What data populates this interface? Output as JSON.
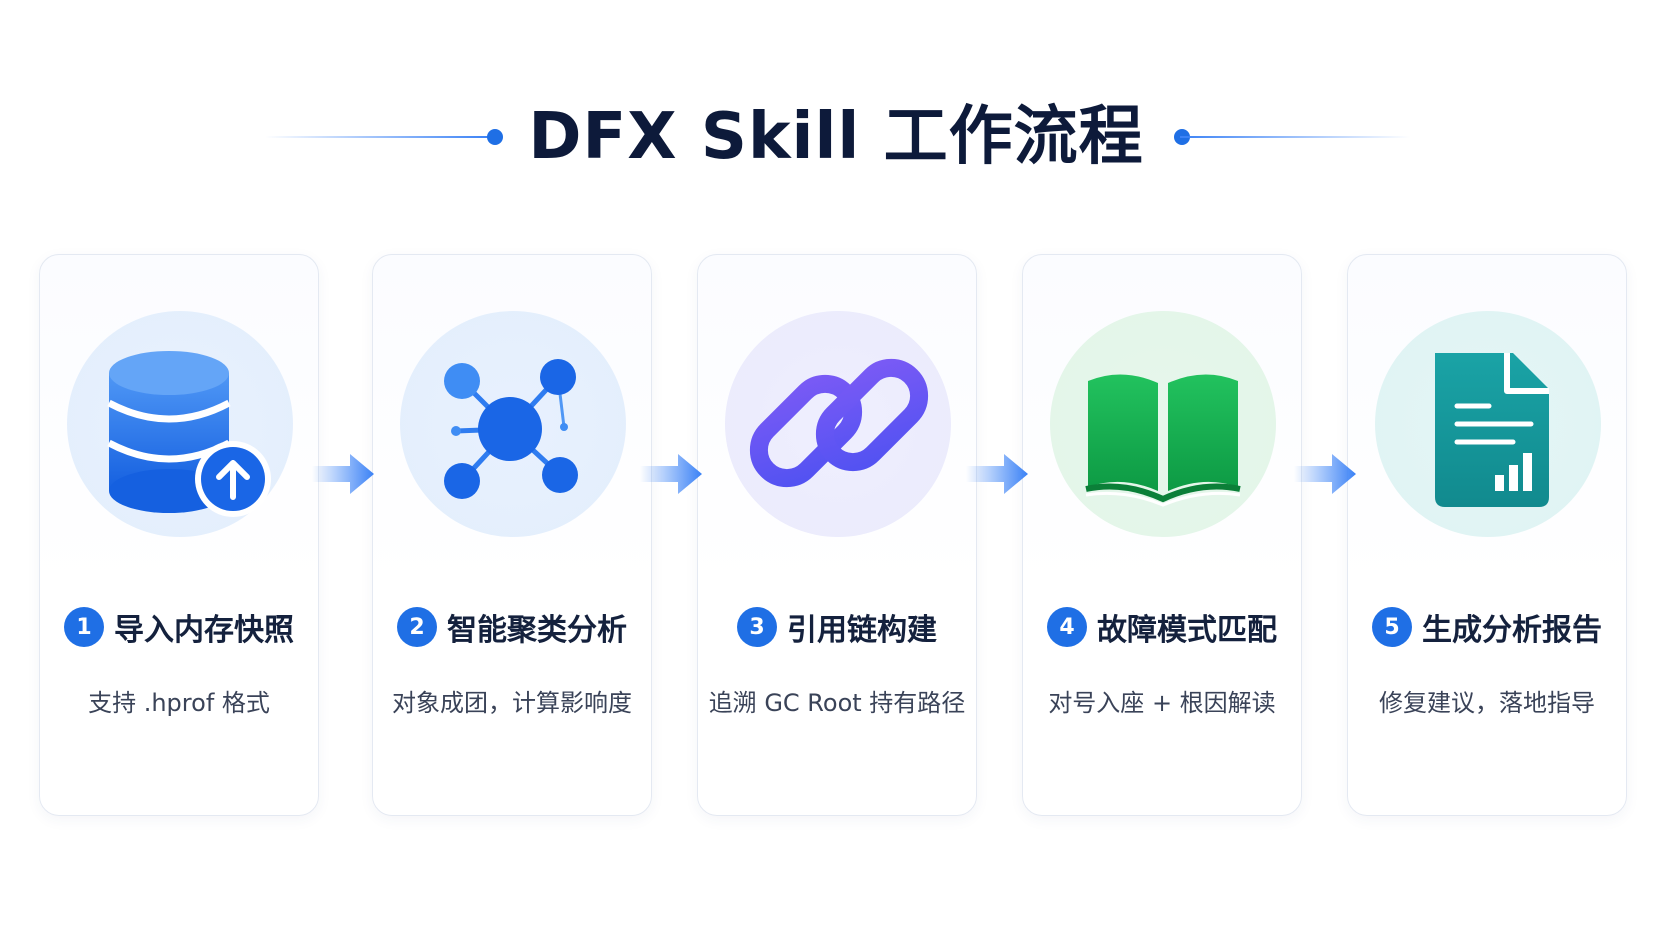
{
  "title": "DFX Skill 工作流程",
  "colors": {
    "accent": "#1f6fe5",
    "title": "#0d1a3a",
    "step3": "#6b4ff0",
    "step4": "#10a84a",
    "step5": "#16979a"
  },
  "steps": [
    {
      "number": "1",
      "title": "导入内存快照",
      "desc": "支持 .hprof 格式",
      "icon": "database-upload-icon"
    },
    {
      "number": "2",
      "title": "智能聚类分析",
      "desc": "对象成团，计算影响度",
      "icon": "cluster-network-icon"
    },
    {
      "number": "3",
      "title": "引用链构建",
      "desc": "追溯 GC Root 持有路径",
      "icon": "link-chain-icon"
    },
    {
      "number": "4",
      "title": "故障模式匹配",
      "desc": "对号入座 + 根因解读",
      "icon": "open-book-icon"
    },
    {
      "number": "5",
      "title": "生成分析报告",
      "desc": "修复建议，落地指导",
      "icon": "report-document-icon"
    }
  ]
}
